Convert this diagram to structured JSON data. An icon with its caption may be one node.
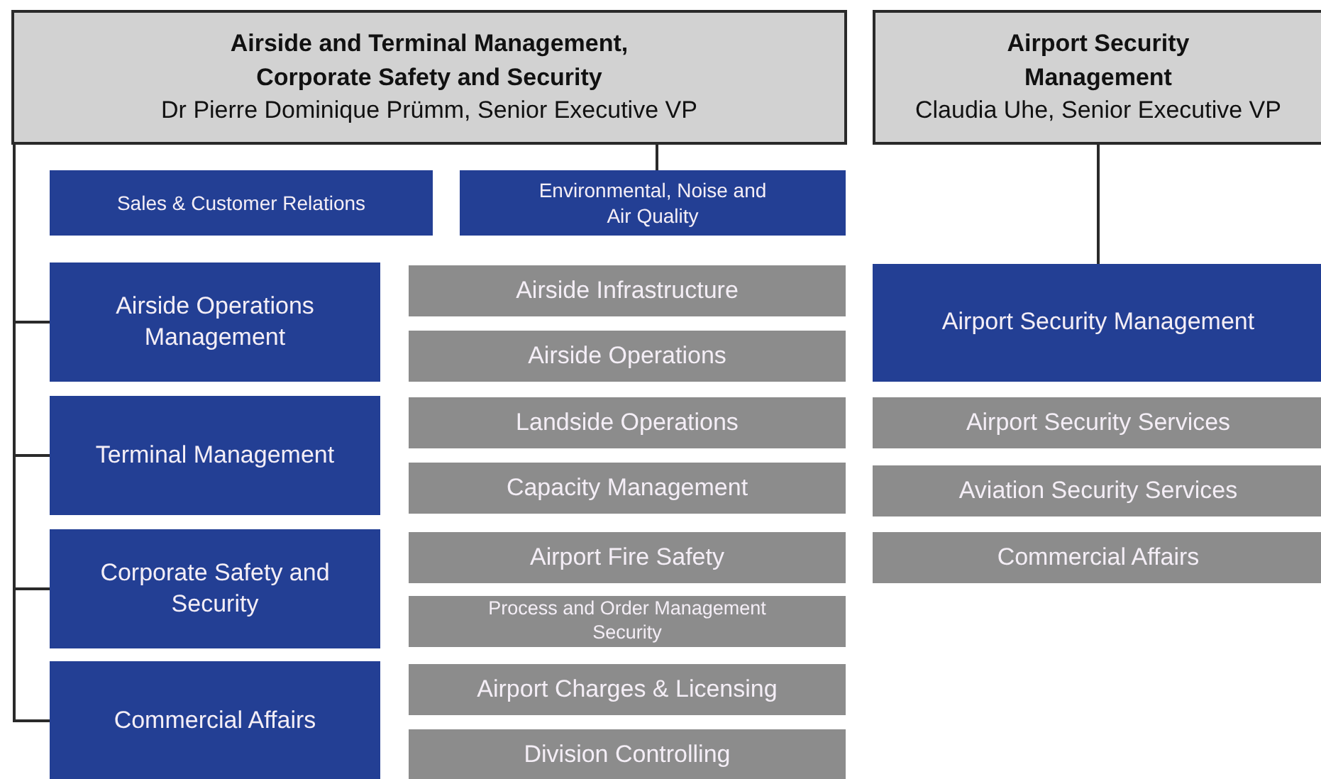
{
  "diagram": {
    "nodes": [
      {
        "text": [
          "Airside and Terminal Management, Corporate Safety and Security",
          "Dr Pierre Dominique Prümm, Senior Executive VP"
        ]
      },
      {
        "text": [
          "Airport Security Management",
          "Claudia Uhe, Senior Executive VP"
        ]
      },
      {
        "text": [
          "Sales & Customer Relations"
        ]
      },
      {
        "text": [
          "Environmental, Noise and Air Quality"
        ]
      },
      {
        "text": [
          "Airside Operations Management"
        ]
      },
      {
        "text": [
          "Airside Infrastructure"
        ]
      },
      {
        "text": [
          "Airside Operations"
        ]
      },
      {
        "text": [
          "Terminal Management"
        ]
      },
      {
        "text": [
          "Landside Operations"
        ]
      },
      {
        "text": [
          "Capacity Management"
        ]
      },
      {
        "text": [
          "Corporate Safety and Security"
        ]
      },
      {
        "text": [
          "Airport Fire Safety"
        ]
      },
      {
        "text": [
          "Process and Order Management Security"
        ]
      },
      {
        "text": [
          "Commercial Affairs"
        ]
      },
      {
        "text": [
          "Airport Charges & Licensing"
        ]
      },
      {
        "text": [
          "Division Controlling"
        ]
      },
      {
        "text": [
          "Airport Security Management"
        ]
      },
      {
        "text": [
          "Airport Security Services"
        ]
      },
      {
        "text": [
          "Aviation Security Services"
        ]
      },
      {
        "text": [
          "Commercial Affairs"
        ]
      }
    ],
    "edges": [
      {
        "from": 0,
        "to": 3,
        "arrow": "none"
      },
      {
        "from": 0,
        "to": 4,
        "arrow": "none"
      },
      {
        "from": 0,
        "to": 7,
        "arrow": "none"
      },
      {
        "from": 0,
        "to": 10,
        "arrow": "none"
      },
      {
        "from": 0,
        "to": 13,
        "arrow": "none"
      },
      {
        "from": 1,
        "to": 16,
        "arrow": "none"
      }
    ]
  }
}
